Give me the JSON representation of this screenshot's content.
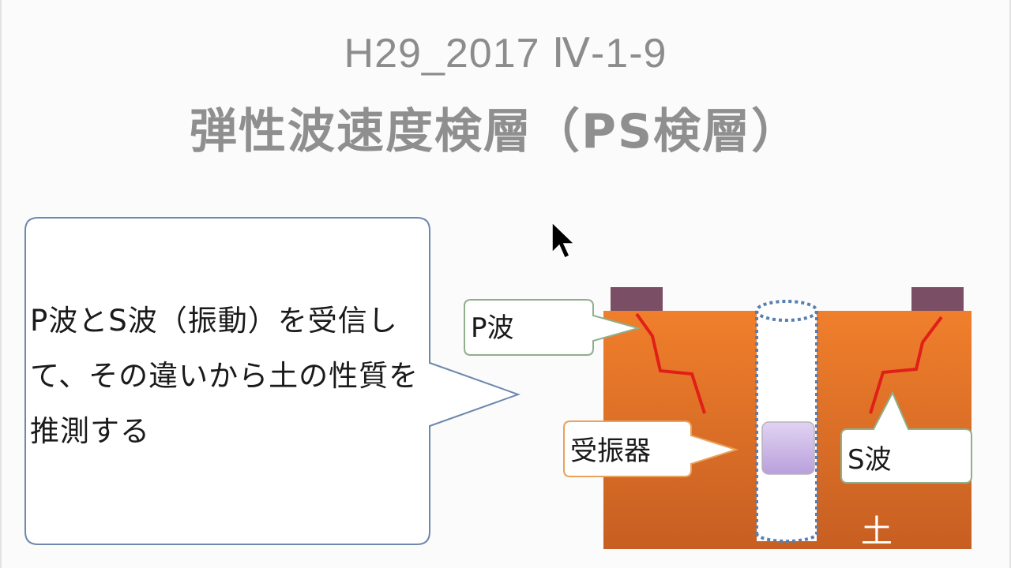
{
  "slide": {
    "title_line1": "H29_2017 Ⅳ-1-9",
    "title_line2": "弾性波速度検層（PS検層）",
    "callout_text": "P波とS波（振動）を受信して、その違いから土の性質を推測する"
  },
  "diagram": {
    "label_p_wave": "P波",
    "label_receiver": "受振器",
    "label_s_wave": "S波",
    "label_soil": "土",
    "colors": {
      "soil_top": "#f07f2c",
      "soil_bottom": "#c75f22",
      "source_pad": "#7a4f65",
      "wave_line": "#e02018",
      "borehole_outline": "#5a7fae",
      "receiver_fill": "#cdb8e6",
      "callout_border_blue": "#6d88ad",
      "callout_border_green": "#8faf8a",
      "callout_border_orange": "#e9a25a"
    }
  }
}
